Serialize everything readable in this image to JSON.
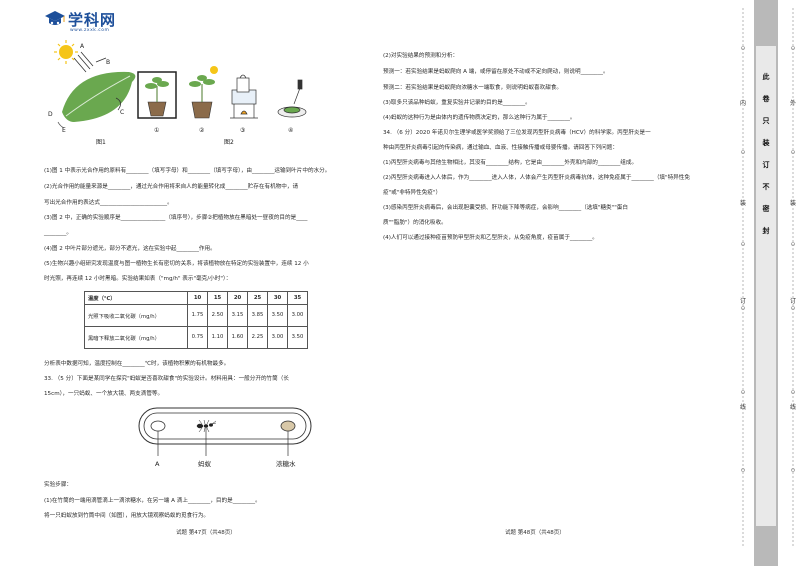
{
  "header": {
    "logo_text": "学科网",
    "logo_url": "www.zxxk.com"
  },
  "figure1": {
    "labels": {
      "A": "A",
      "B": "B",
      "C": "C",
      "D": "D",
      "E": "E"
    },
    "caption1": "图1",
    "caption2": "图2",
    "steps": [
      "①",
      "②",
      "③",
      "④"
    ]
  },
  "left_lines": [
    "(1)图 1 中表示光合作用的原料有________（填写字母）和________（填写字母），由________运输到叶片中的水分。",
    "(2)光合作用的能量来源是________，通过光合作用将来自人的能量转化成________贮存在有机物中，请",
    "写出光合作用的表达式________________________。",
    "(3)图 2 中，正确的实验顺序是________________（填序号），步骤②把植物放在黑暗处一昼夜的目的是____",
    "________。",
    "(4)图 2 中叶片部分遮光，部分不遮光，这在实验中起________作用。",
    "(5)生物兴趣小组研究发现温度与图一植物生长有密切的关系，将该植物放在特定的实验装置中，连续 12 小",
    "时光照，再连续 12 小时黑暗。实验结果如表（\"mg/h\" 表示\"毫克/小时\"）："
  ],
  "table": {
    "header": [
      "温度（℃）",
      "10",
      "15",
      "20",
      "25",
      "30",
      "35"
    ],
    "rows": [
      {
        "label": "光照下吸收二氧化碳（mg/h）",
        "values": [
          "1.75",
          "2.50",
          "3.15",
          "3.85",
          "3.50",
          "3.00"
        ]
      },
      {
        "label": "黑暗下释放二氧化碳（mg/h）",
        "values": [
          "0.75",
          "1.10",
          "1.60",
          "2.25",
          "3.00",
          "3.50"
        ]
      }
    ]
  },
  "left_lines_2": [
    "分析表中数据可知，温度控制在________℃时，该植物积累的有机物最多。",
    "33.   （5 分）下面是某同学在探究\"蚂蚁是否喜欢甜食\"的实验设计。材料用具：一般分开的竹筒（长",
    "15cm），一只蚂蚁、一个放大镜、两支滴管等。"
  ],
  "figure2": {
    "label_a": "A",
    "label_ant": "蚂蚁",
    "label_syrup": "浓糖水"
  },
  "left_lines_3": [
    "实验步骤：",
    "(1)在竹筒的一端用滴管滴上一滴浓糖水，在另一端 A 滴上________，目的是________。",
    "将一只蚂蚁放到竹筒中间（如图），用放大镜观察蚂蚁的觅食行为。"
  ],
  "right_lines": [
    "(2)对实验结果的预测和分析：",
    "预测一：若实验结果是蚂蚁爬向 A 端，或停留在原处不动或不定向爬动，则说明________。",
    "预测二：若实验结果是蚂蚁爬向浓糖水一端取食，则说明蚂蚁喜欢甜食。",
    "(3)取多只该品种蚂蚁，重复实验并记录的目的是________。",
    "(4)蚂蚁的这种行为是由体内的遗传物质决定的，那么这种行为属于________。",
    "34.  （6 分）2020 年诺贝尔生理学或医学奖颁给了三位发现丙型肝炎病毒（HCV）的科学家。丙型肝炎是一",
    "种由丙型肝炎病毒引起的传染病，通过输血、血液、性接触传播或母婴传播。请回答下列问题：",
    "(1)丙型肝炎病毒与其他生物相比，其没有________结构，它是由________外壳和内部的________组成。",
    "(2)丙型肝炎病毒进入人体后，作为________进入人体，人体会产生丙型肝炎病毒抗体，这种免疫属于________（填\"特异性免",
    "疫\"或\"非特异性免疫\"）",
    "(3)感染丙型肝炎病毒后，会出现胆囊受损、肝功能下降等病症，会影响________（选填\"糖类\"\"蛋白",
    "质\"\"脂肪\"）的消化吸收。",
    "(4)人们可以通过接种疫苗预防甲型肝炎和乙型肝炎，从免疫角度，疫苗属于________。"
  ],
  "footers": {
    "left": "试题  第47页（共48页）",
    "right": "试题  第48页（共48页）"
  },
  "sidebar": {
    "outer_chars": [
      "内",
      "装",
      "订",
      "线"
    ],
    "binding_chars": [
      "此",
      "卷",
      "只",
      "装",
      "订",
      "不",
      "密",
      "封"
    ],
    "right_chars": [
      "外",
      "装",
      "订",
      "线"
    ]
  }
}
